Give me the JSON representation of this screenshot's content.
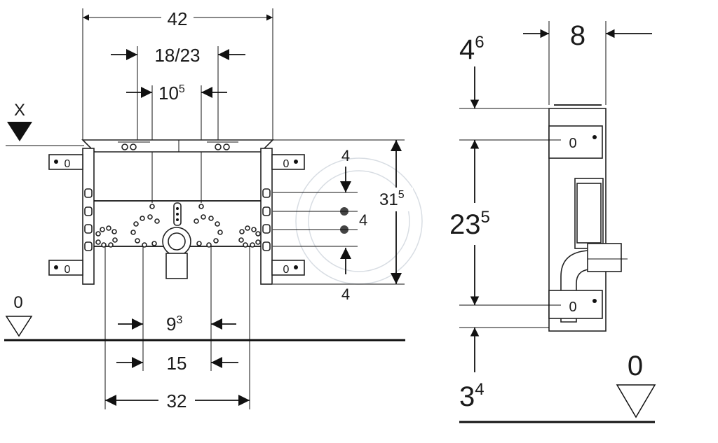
{
  "front_view": {
    "width_total": "42",
    "connection_spacing": "18/23",
    "inner_spacing_base": "10",
    "inner_spacing_sup": "5",
    "pipe_spacing_base": "9",
    "pipe_spacing_sup": "3",
    "bottom_spacing": "15",
    "mount_spacing": "32",
    "height_total_base": "31",
    "height_total_sup": "5",
    "top_offset": "4",
    "middle_offset": "4",
    "bottom_offset": "4",
    "reference_marker": "X",
    "floor_level": "0",
    "bracket_label": "0"
  },
  "side_view": {
    "depth": "8",
    "top_offset_base": "4",
    "top_offset_sup": "6",
    "mount_height_base": "23",
    "mount_height_sup": "5",
    "floor_offset_base": "3",
    "floor_offset_sup": "4",
    "floor_level": "0",
    "bracket_label": "0"
  }
}
